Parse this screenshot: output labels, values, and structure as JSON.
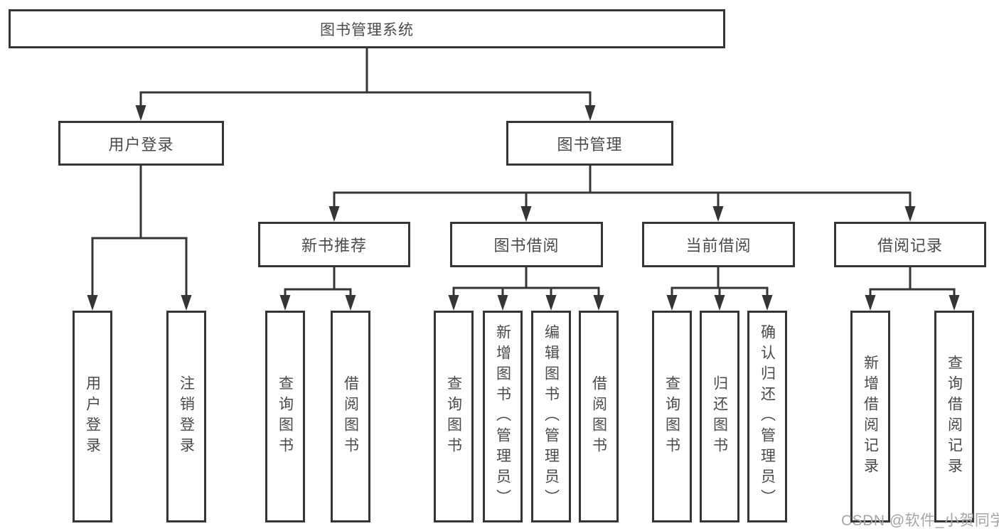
{
  "diagram": {
    "root": {
      "label": "图书管理系统"
    },
    "branches": {
      "user_login": {
        "label": "用户登录",
        "children": [
          "用户登录",
          "注销登录"
        ]
      },
      "book_mgmt": {
        "label": "图书管理",
        "children": {
          "new_books": {
            "label": "新书推荐",
            "children": [
              "查询图书",
              "借阅图书"
            ]
          },
          "borrowing": {
            "label": "图书借阅",
            "children": [
              "查询图书",
              "新增图书（管理员）",
              "编辑图书（管理员）",
              "借阅图书"
            ]
          },
          "current": {
            "label": "当前借阅",
            "children": [
              "查询图书",
              "归还图书",
              "确认归还（管理员）"
            ]
          },
          "records": {
            "label": "借阅记录",
            "children": [
              "新增借阅记录",
              "查询借阅记录"
            ]
          }
        }
      }
    },
    "watermark": "CSDN @软件_小贺同学",
    "colors": {
      "line": "#353535",
      "box_border": "#353535",
      "text": "#4a4a4a",
      "watermark": "#a6a6a6",
      "background": "#ffffff"
    }
  }
}
